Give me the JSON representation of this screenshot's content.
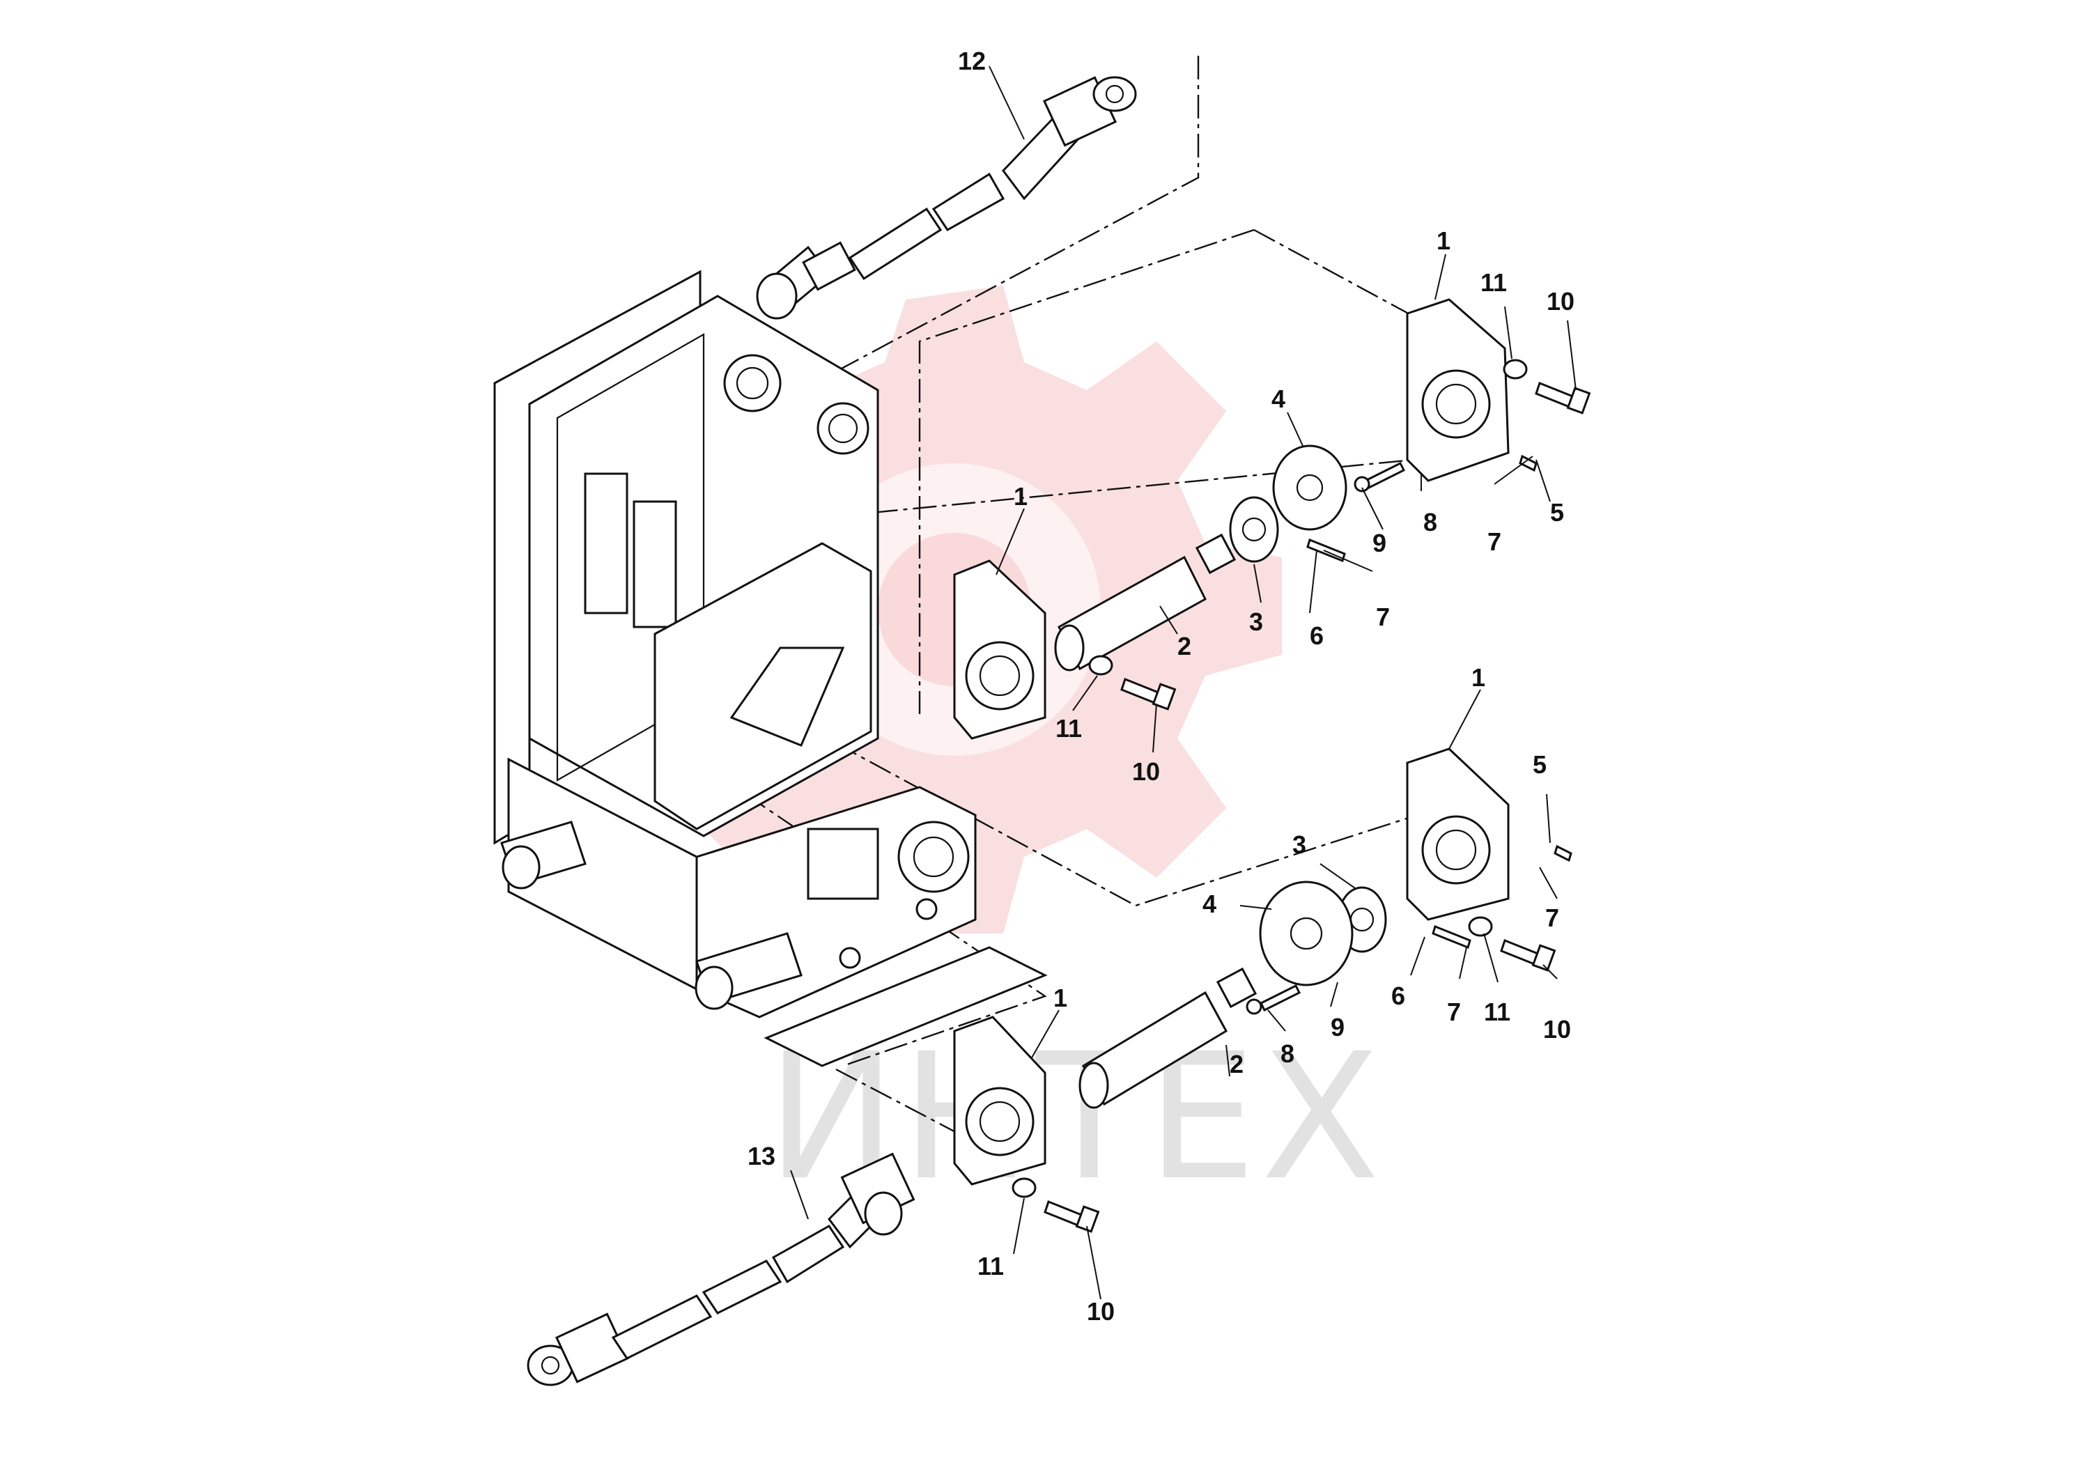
{
  "watermark": {
    "text": "ИНТЕХ",
    "logo_icon": "gear-emblem-icon",
    "logo_color": "#f4b7bc",
    "text_color": "#e2e2e2"
  },
  "callouts": {
    "c1_top_right": "1",
    "c1_mid_left": "1",
    "c1_mid_right": "1",
    "c1_bottom_left": "1",
    "c2_upper": "2",
    "c2_lower": "2",
    "c3_upper": "3",
    "c3_lower": "3",
    "c4_upper": "4",
    "c4_lower": "4",
    "c5_upper": "5",
    "c5_lower": "5",
    "c6_upper": "6",
    "c6_lower": "6",
    "c7_upper_a": "7",
    "c7_upper_b": "7",
    "c7_lower_a": "7",
    "c7_lower_b": "7",
    "c8_upper": "8",
    "c8_lower": "8",
    "c9_upper": "9",
    "c9_lower": "9",
    "c10_top": "10",
    "c10_mid": "10",
    "c10_lower_right": "10",
    "c10_bottom": "10",
    "c11_top": "11",
    "c11_mid": "11",
    "c11_lower_right": "11",
    "c11_bottom": "11",
    "c12_top": "12",
    "c13_bottom": "13"
  }
}
